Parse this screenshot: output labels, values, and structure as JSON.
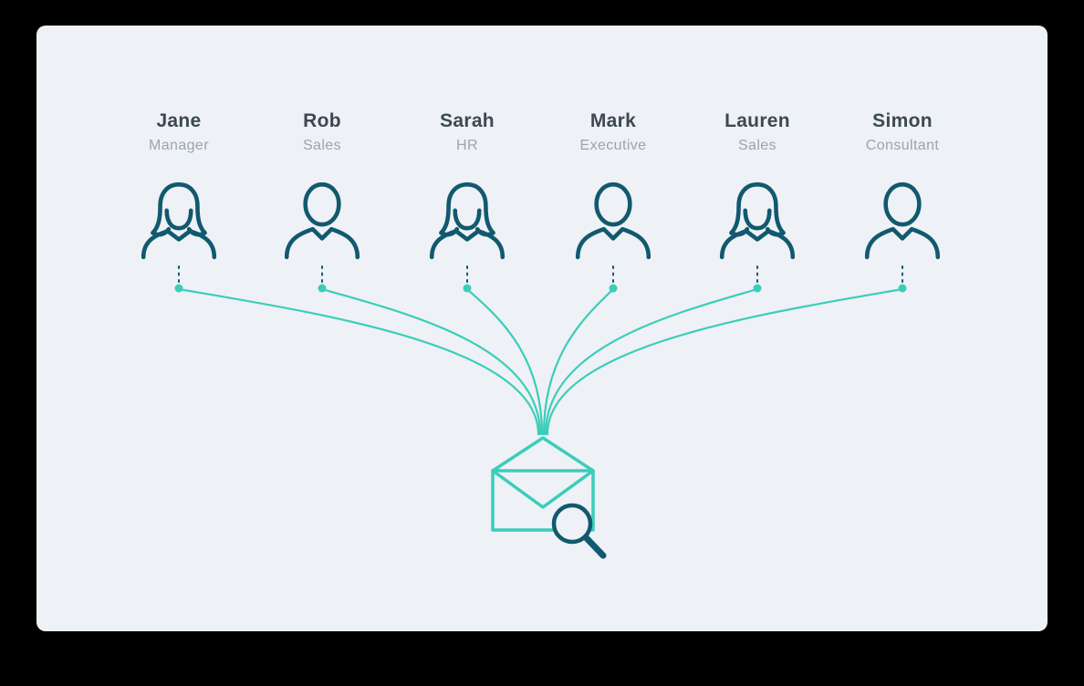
{
  "page": {
    "background": "#000000"
  },
  "card": {
    "background": "#eef1f5"
  },
  "colors": {
    "person_outline": "#11596f",
    "accent_teal": "#3bcdba",
    "name_text": "#3c4953",
    "role_text": "#9aa5ad"
  },
  "people": [
    {
      "name": "Jane",
      "role": "Manager",
      "icon": "female-user-icon",
      "icon_href": "#female-user-icon"
    },
    {
      "name": "Rob",
      "role": "Sales",
      "icon": "male-user-icon",
      "icon_href": "#male-user-icon"
    },
    {
      "name": "Sarah",
      "role": "HR",
      "icon": "female-user-icon",
      "icon_href": "#female-user-icon"
    },
    {
      "name": "Mark",
      "role": "Executive",
      "icon": "male-user-icon",
      "icon_href": "#male-user-icon"
    },
    {
      "name": "Lauren",
      "role": "Sales",
      "icon": "female-user-icon",
      "icon_href": "#female-user-icon"
    },
    {
      "name": "Simon",
      "role": "Consultant",
      "icon": "male-user-icon",
      "icon_href": "#male-user-icon"
    }
  ],
  "center_graphic": {
    "envelope_icon": "open-envelope-icon",
    "search_icon": "magnifying-glass-icon"
  }
}
